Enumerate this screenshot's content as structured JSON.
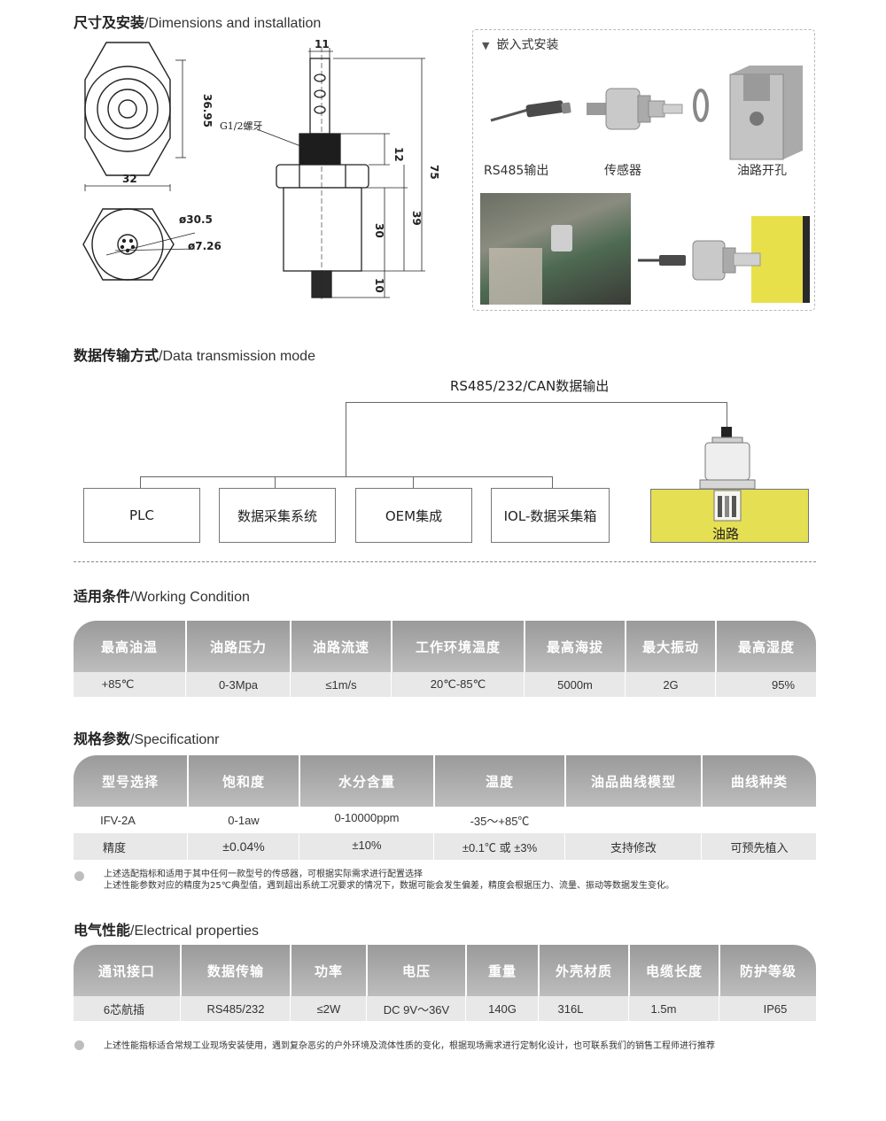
{
  "dimensions": {
    "title_zh": "尺寸及安装",
    "title_en": "/Dimensions and installation",
    "labels": {
      "hex_width": "32",
      "hex_height": "36.95",
      "outer_dia": "ø30.5",
      "inner_dia": "ø7.26",
      "thread_width": "11",
      "thread": "G1/2螺牙",
      "h12": "12",
      "h75": "75",
      "h39": "39",
      "h30": "30",
      "h10": "10"
    }
  },
  "install": {
    "header": "嵌入式安装",
    "rs485": "RS485输出",
    "sensor": "传感器",
    "hole": "油路开孔"
  },
  "transmission": {
    "title_zh": "数据传输方式",
    "title_en": "/Data transmission mode",
    "output_label": "RS485/232/CAN数据输出",
    "targets": [
      "PLC",
      "数据采集系统",
      "OEM集成",
      "IOL-数据采集箱"
    ],
    "oil_label": "油路"
  },
  "working": {
    "title_zh": "适用条件",
    "title_en": "/Working Condition",
    "headers": [
      "最高油温",
      "油路压力",
      "油路流速",
      "工作环境温度",
      "最高海拔",
      "最大振动",
      "最高湿度"
    ],
    "values": [
      "+85℃",
      "0-3Mpa",
      "≤1m/s",
      "20℃-85℃",
      "5000m",
      "2G",
      "95%"
    ]
  },
  "spec": {
    "title_zh": "规格参数",
    "title_en": "/Specificationr",
    "headers": [
      "型号选择",
      "饱和度",
      "水分含量",
      "温度",
      "油品曲线模型",
      "曲线种类"
    ],
    "row1": [
      "IFV-2A",
      "0-1aw",
      "0-10000ppm",
      "-35～+85℃",
      "",
      ""
    ],
    "row2": [
      "精度",
      "±0.04%",
      "±10%",
      "±0.1℃ 或 ±3%",
      "支持修改",
      "可预先植入"
    ],
    "note1": "上述选配指标和适用于其中任何一款型号的传感器，可根据实际需求进行配置选择",
    "note2": "上述性能参数对应的精度为25℃典型值，遇到超出系统工况要求的情况下，数据可能会发生偏差，精度会根据压力、流量、振动等数据发生变化。"
  },
  "electrical": {
    "title_zh": "电气性能",
    "title_en": "/Electrical properties",
    "headers": [
      "通讯接口",
      "数据传输",
      "功率",
      "电压",
      "重量",
      "外壳材质",
      "电缆长度",
      "防护等级"
    ],
    "values": [
      "6芯航插",
      "RS485/232",
      "≤2W",
      "DC 9V～36V",
      "140G",
      "316L",
      "1.5m",
      "IP65"
    ],
    "note": "上述性能指标适合常规工业现场安装使用，遇到复杂恶劣的户外环境及流体性质的变化，根据现场需求进行定制化设计，也可联系我们的销售工程师进行推荐"
  },
  "colors": {
    "header_gray": "#a6a6a6",
    "row_gray": "#e8e8e8",
    "oil_yellow": "#e5df54"
  }
}
